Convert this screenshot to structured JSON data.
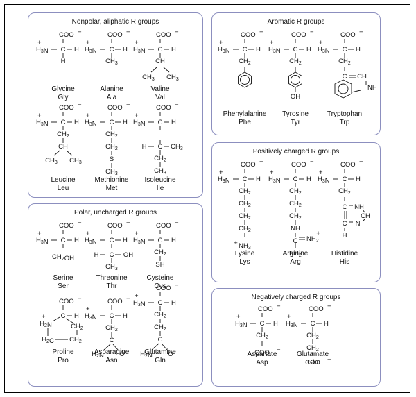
{
  "groups": [
    {
      "key": "nonpolar",
      "title": "Nonpolar, aliphatic R groups",
      "amino_acids": [
        {
          "name": "Glycine",
          "abbr": "Gly",
          "r": [
            "H"
          ]
        },
        {
          "name": "Alanine",
          "abbr": "Ala",
          "r": [
            "CH3"
          ]
        },
        {
          "name": "Valine",
          "abbr": "Val",
          "r": [
            "CH",
            "CH3",
            "CH3"
          ]
        },
        {
          "name": "Leucine",
          "abbr": "Leu",
          "r": [
            "CH2",
            "CH",
            "CH3",
            "CH3"
          ]
        },
        {
          "name": "Methionine",
          "abbr": "Met",
          "r": [
            "CH2",
            "CH2",
            "S",
            "CH3"
          ]
        },
        {
          "name": "Isoleucine",
          "abbr": "Ile",
          "r": [
            "H",
            "C",
            "CH3",
            "CH2",
            "CH3"
          ]
        }
      ]
    },
    {
      "key": "aromatic",
      "title": "Aromatic R groups",
      "amino_acids": [
        {
          "name": "Phenylalanine",
          "abbr": "Phe",
          "r": [
            "CH2",
            "phenyl"
          ]
        },
        {
          "name": "Tyrosine",
          "abbr": "Tyr",
          "r": [
            "CH2",
            "phenol",
            "OH"
          ]
        },
        {
          "name": "Tryptophan",
          "abbr": "Trp",
          "r": [
            "CH2",
            "C",
            "CH",
            "NH"
          ]
        }
      ]
    },
    {
      "key": "polar",
      "title": "Polar, uncharged R groups",
      "amino_acids": [
        {
          "name": "Serine",
          "abbr": "Ser",
          "r": [
            "CH2OH"
          ]
        },
        {
          "name": "Threonine",
          "abbr": "Thr",
          "r": [
            "H",
            "C",
            "OH",
            "CH3"
          ]
        },
        {
          "name": "Cysteine",
          "abbr": "Cys",
          "r": [
            "CH2",
            "SH"
          ]
        },
        {
          "name": "Proline",
          "abbr": "Pro",
          "r": [
            "H2N",
            "C",
            "CH2",
            "H2C",
            "CH2"
          ]
        },
        {
          "name": "Asparagine",
          "abbr": "Asn",
          "r": [
            "CH2",
            "C",
            "H2N",
            "O"
          ]
        },
        {
          "name": "Glutamine",
          "abbr": "Gln",
          "r": [
            "CH2",
            "CH2",
            "C",
            "H2N",
            "O"
          ]
        }
      ]
    },
    {
      "key": "positive",
      "title": "Positively charged R groups",
      "amino_acids": [
        {
          "name": "Lysine",
          "abbr": "Lys",
          "r": [
            "CH2",
            "CH2",
            "CH2",
            "CH2",
            "NH3+"
          ]
        },
        {
          "name": "Arginine",
          "abbr": "Arg",
          "r": [
            "CH2",
            "CH2",
            "CH2",
            "NH",
            "C",
            "NH2+",
            "NH2"
          ]
        },
        {
          "name": "Histidine",
          "abbr": "His",
          "r": [
            "CH2",
            "C",
            "NH",
            "CH",
            "C",
            "N",
            "H"
          ]
        }
      ]
    },
    {
      "key": "negative",
      "title": "Negatively charged R groups",
      "amino_acids": [
        {
          "name": "Aspartate",
          "abbr": "Asp",
          "r": [
            "CH2",
            "COO-"
          ]
        },
        {
          "name": "Glutamate",
          "abbr": "Glu",
          "r": [
            "CH2",
            "CH2",
            "COO-"
          ]
        }
      ]
    }
  ],
  "backbone": {
    "carboxylate": "COO",
    "amine": "H3N",
    "alpha": "C",
    "hydrogen": "H",
    "plus": "+",
    "minus": "−"
  }
}
